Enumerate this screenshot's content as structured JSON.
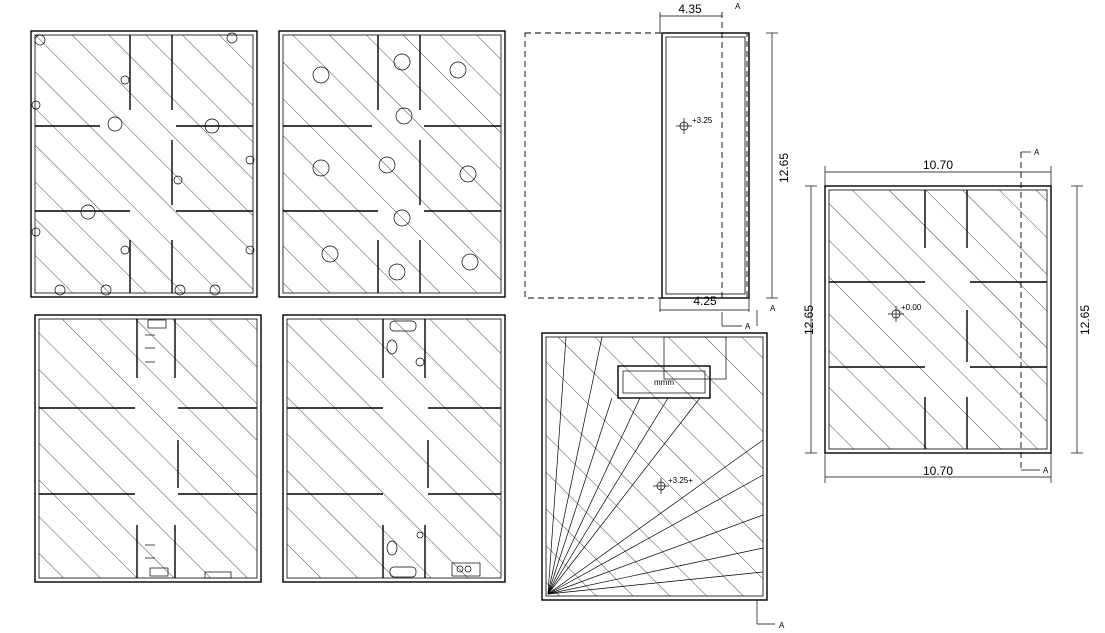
{
  "dimensions": {
    "top_width": "4.35",
    "bottom_width": "4.25",
    "roof_height": "12.65",
    "plan_top_width": "10.70",
    "plan_bottom_width": "10.70",
    "plan_left_height": "12.65",
    "plan_right_height": "12.65"
  },
  "levels": {
    "roof_level": "+3.25",
    "slope_level": "+3.25+",
    "ground_level": "+0.00"
  },
  "section_marks": {
    "marker": "A"
  },
  "tank_label": "mmm",
  "colors": {
    "line": "#000000",
    "background": "#ffffff"
  }
}
